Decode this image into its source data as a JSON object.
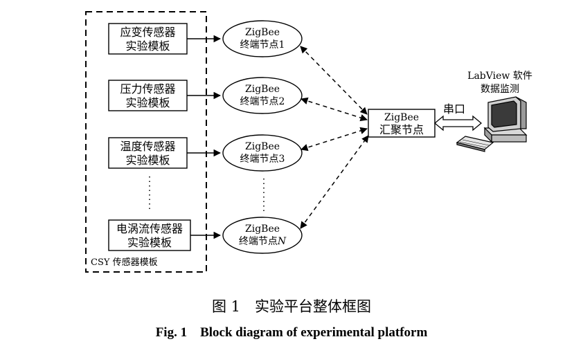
{
  "sensor_modules": [
    {
      "line1": "应变传感器",
      "line2": "实验模板"
    },
    {
      "line1": "压力传感器",
      "line2": "实验模板"
    },
    {
      "line1": "温度传感器",
      "line2": "实验模板"
    },
    {
      "line1": "电涡流传感器",
      "line2": "实验模板"
    }
  ],
  "module_group_label": "CSY 传感器模板",
  "end_nodes": [
    {
      "line1": "ZigBee",
      "line2": "终端节点1"
    },
    {
      "line1": "ZigBee",
      "line2": "终端节点2"
    },
    {
      "line1": "ZigBee",
      "line2": "终端节点3"
    },
    {
      "line1": "ZigBee",
      "line2": "终端节点",
      "suffix": "N"
    }
  ],
  "coordinator": {
    "line1": "ZigBee",
    "line2": "汇聚节点"
  },
  "serial_label": "串口",
  "pc_label": {
    "line1": "LabView 软件",
    "line2": "数据监测"
  },
  "pc_icon": "desktop-computer-icon",
  "caption": {
    "cn": "图 1　实验平台整体框图",
    "en": "Fig. 1　Block diagram of experimental platform"
  }
}
